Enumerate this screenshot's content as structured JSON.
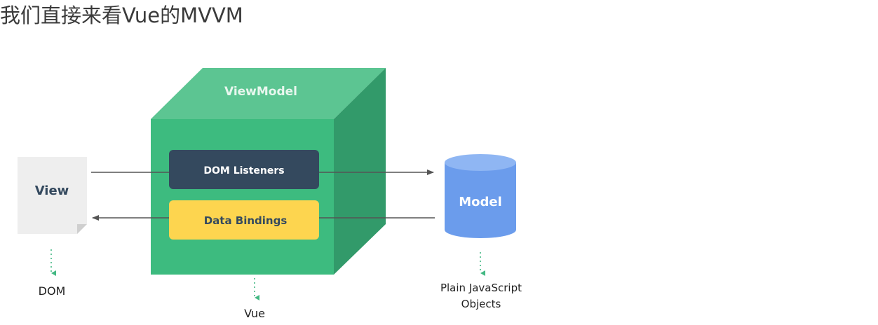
{
  "page": {
    "title": "我们直接来看Vue的MVVM"
  },
  "diagram": {
    "viewmodel": {
      "label": "ViewModel",
      "sublabel": "Vue",
      "colors": {
        "front": "#3dbb7f",
        "top": "#5cc592",
        "side": "#329a6a"
      }
    },
    "view": {
      "label": "View",
      "sublabel": "DOM",
      "color": "#eeeeee"
    },
    "model": {
      "label": "Model",
      "sublabel_line1": "Plain JavaScript",
      "sublabel_line2": "Objects",
      "colors": {
        "body": "#6b9cec",
        "top": "#8fb6f3"
      }
    },
    "dom_listeners": {
      "label": "DOM Listeners",
      "color": "#34495e"
    },
    "data_bindings": {
      "label": "Data Bindings",
      "color": "#fdd54f"
    },
    "colors": {
      "arrow": "#555555",
      "dotted_arrow": "#43b883"
    }
  }
}
